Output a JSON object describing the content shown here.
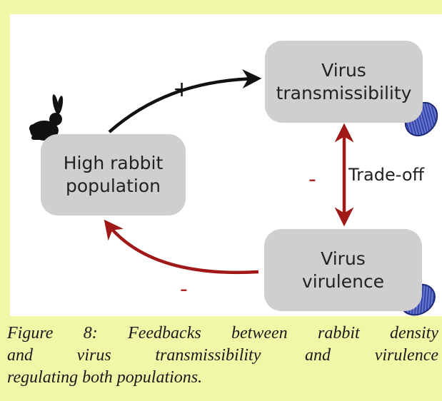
{
  "nodes": {
    "rabbit": {
      "line1": "High rabbit",
      "line2": "population"
    },
    "transmissibility": {
      "line1": "Virus",
      "line2": "transmissibility"
    },
    "virulence": {
      "line1": "Virus",
      "line2": "virulence"
    }
  },
  "edges": {
    "rabbit_to_transmissibility": {
      "sign": "+",
      "color": "#111111"
    },
    "tradeoff": {
      "sign": "-",
      "label": "Trade-off",
      "color": "#a01818"
    },
    "virulence_to_rabbit": {
      "sign": "-",
      "color": "#a01818"
    }
  },
  "caption": {
    "line1": "Figure 8: Feedbacks between rabbit density",
    "line2": "and virus transmissibility and virulence",
    "line3": "regulating both populations."
  },
  "colors": {
    "background": "#f0f8a8",
    "panel": "#ffffff",
    "node": "#cfcfcf",
    "virus": "#3040a0"
  }
}
